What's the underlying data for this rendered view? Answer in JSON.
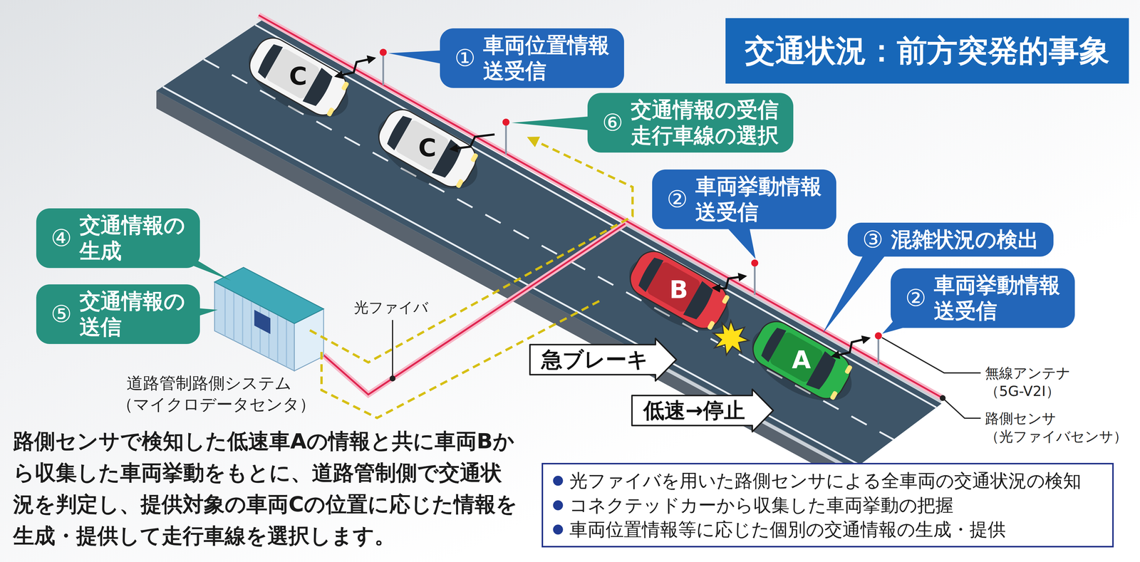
{
  "diagram": {
    "title": "交通状況：前方突発的事象",
    "caption": "路側センサで検知した低速車Aの情報と共に車両Bから収集した車両挙動をもとに、道路管制側で交通状況を判定し、提供対象の車両Cの位置に応じた情報を生成・提供して走行車線を選択します。",
    "nodes": [
      {
        "text": [
          "①",
          "車両位置情報 送受信"
        ]
      },
      {
        "text": [
          "⑥",
          "交通情報の受信 走行車線の選択"
        ]
      },
      {
        "text": [
          "②",
          "車両挙動情報 送受信"
        ]
      },
      {
        "text": [
          "③",
          "混雑状況の検出"
        ]
      },
      {
        "text": [
          "②",
          "車両挙動情報 送受信"
        ]
      },
      {
        "text": [
          "④",
          "交通情報の 生成"
        ]
      },
      {
        "text": [
          "⑤",
          "交通情報の 送信"
        ]
      },
      {
        "text": [
          "急ブレーキ"
        ]
      },
      {
        "text": [
          "低速→停止"
        ]
      },
      {
        "text": [
          "光ファイバを用いた路側センサによる全車両の交通状況の検知",
          "コネクテッドカーから収集した車両挙動の把握",
          "車両位置情報等に応じた個別の交通情報の生成・提供"
        ]
      }
    ],
    "labels": [
      "C",
      "C",
      "B",
      "A",
      "光ファイバ",
      "道路管制路側システム （マイクロデータセンタ）",
      "無線アンテナ （5G-V2I）",
      "路側センサ （光ファイバセンサ）"
    ]
  }
}
